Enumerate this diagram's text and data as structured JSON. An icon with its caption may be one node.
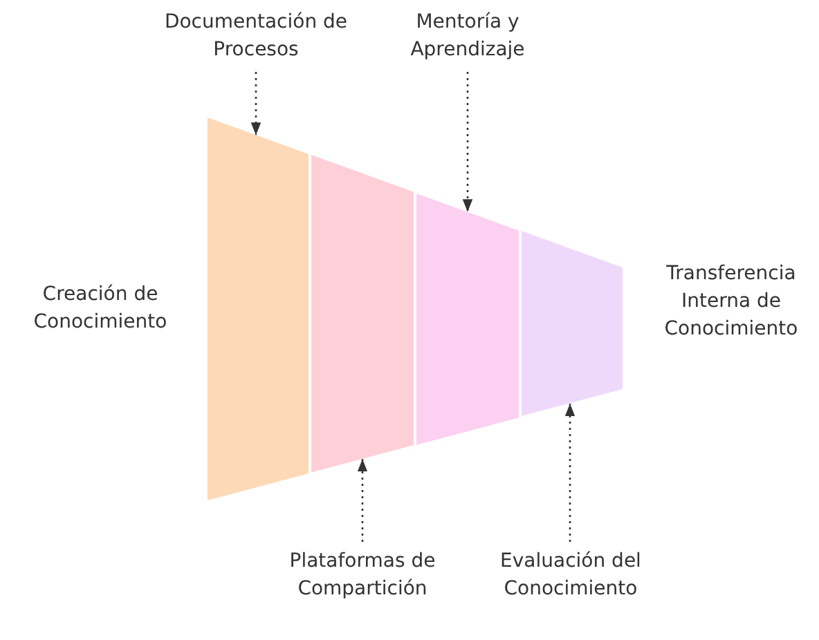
{
  "diagram": {
    "nodes": [
      {
        "text": [
          "Documentación de Procesos"
        ]
      },
      {
        "text": [
          "Mentoría y Aprendizaje"
        ]
      },
      {
        "text": [],
        "shape": "box"
      },
      {
        "text": [],
        "shape": "box"
      },
      {
        "text": [],
        "shape": "box"
      },
      {
        "text": [],
        "shape": "box"
      },
      {
        "text": [
          "Plataformas de Compartición"
        ]
      },
      {
        "text": [
          "Evaluación del Conocimiento"
        ]
      }
    ],
    "edges": [
      {
        "from": 0,
        "to": 2,
        "arrow": "to",
        "style": "dashed"
      },
      {
        "from": 1,
        "to": 4,
        "arrow": "to",
        "style": "dashed"
      },
      {
        "from": 6,
        "to": 3,
        "arrow": "to",
        "style": "dashed"
      },
      {
        "from": 7,
        "to": 5,
        "arrow": "to",
        "style": "dashed"
      }
    ],
    "labels": [
      "Creación de Conocimiento",
      "Transferencia Interna de Conocimiento"
    ]
  }
}
